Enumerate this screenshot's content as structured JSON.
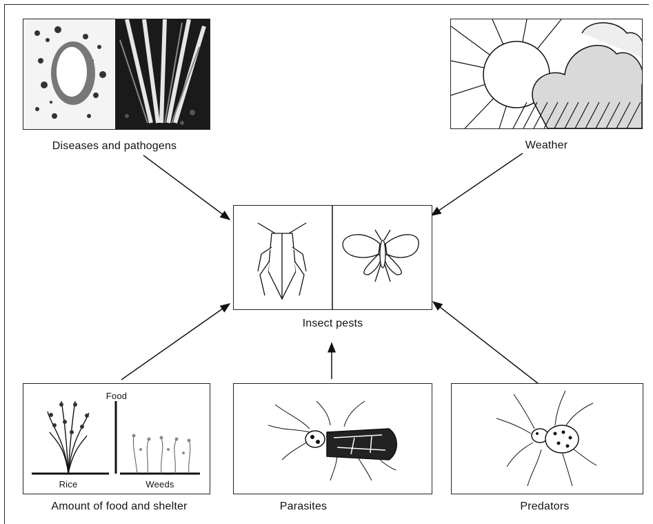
{
  "nodes": {
    "diseases": {
      "label": "Diseases and pathogens",
      "icon": "diseased-plant-photos"
    },
    "weather": {
      "label": "Weather",
      "icon": "sun-cloud-rain-illustration"
    },
    "insect_pests": {
      "label": "Insect pests",
      "icon": "leafhopper-and-moth-illustration"
    },
    "food_shelter": {
      "label": "Amount of food and shelter",
      "food_label": "Food",
      "rice_label": "Rice",
      "weeds_label": "Weeds",
      "icon": "rice-and-weeds-illustration"
    },
    "parasites": {
      "label": "Parasites",
      "icon": "parasitized-hopper-illustration"
    },
    "predators": {
      "label": "Predators",
      "icon": "spider-predator-illustration"
    }
  },
  "arrows": [
    {
      "from": "Diseases and pathogens",
      "to": "Insect pests"
    },
    {
      "from": "Weather",
      "to": "Insect pests"
    },
    {
      "from": "Amount of food and shelter",
      "to": "Insect pests"
    },
    {
      "from": "Parasites",
      "to": "Insect pests"
    },
    {
      "from": "Predators",
      "to": "Insect pests"
    }
  ]
}
